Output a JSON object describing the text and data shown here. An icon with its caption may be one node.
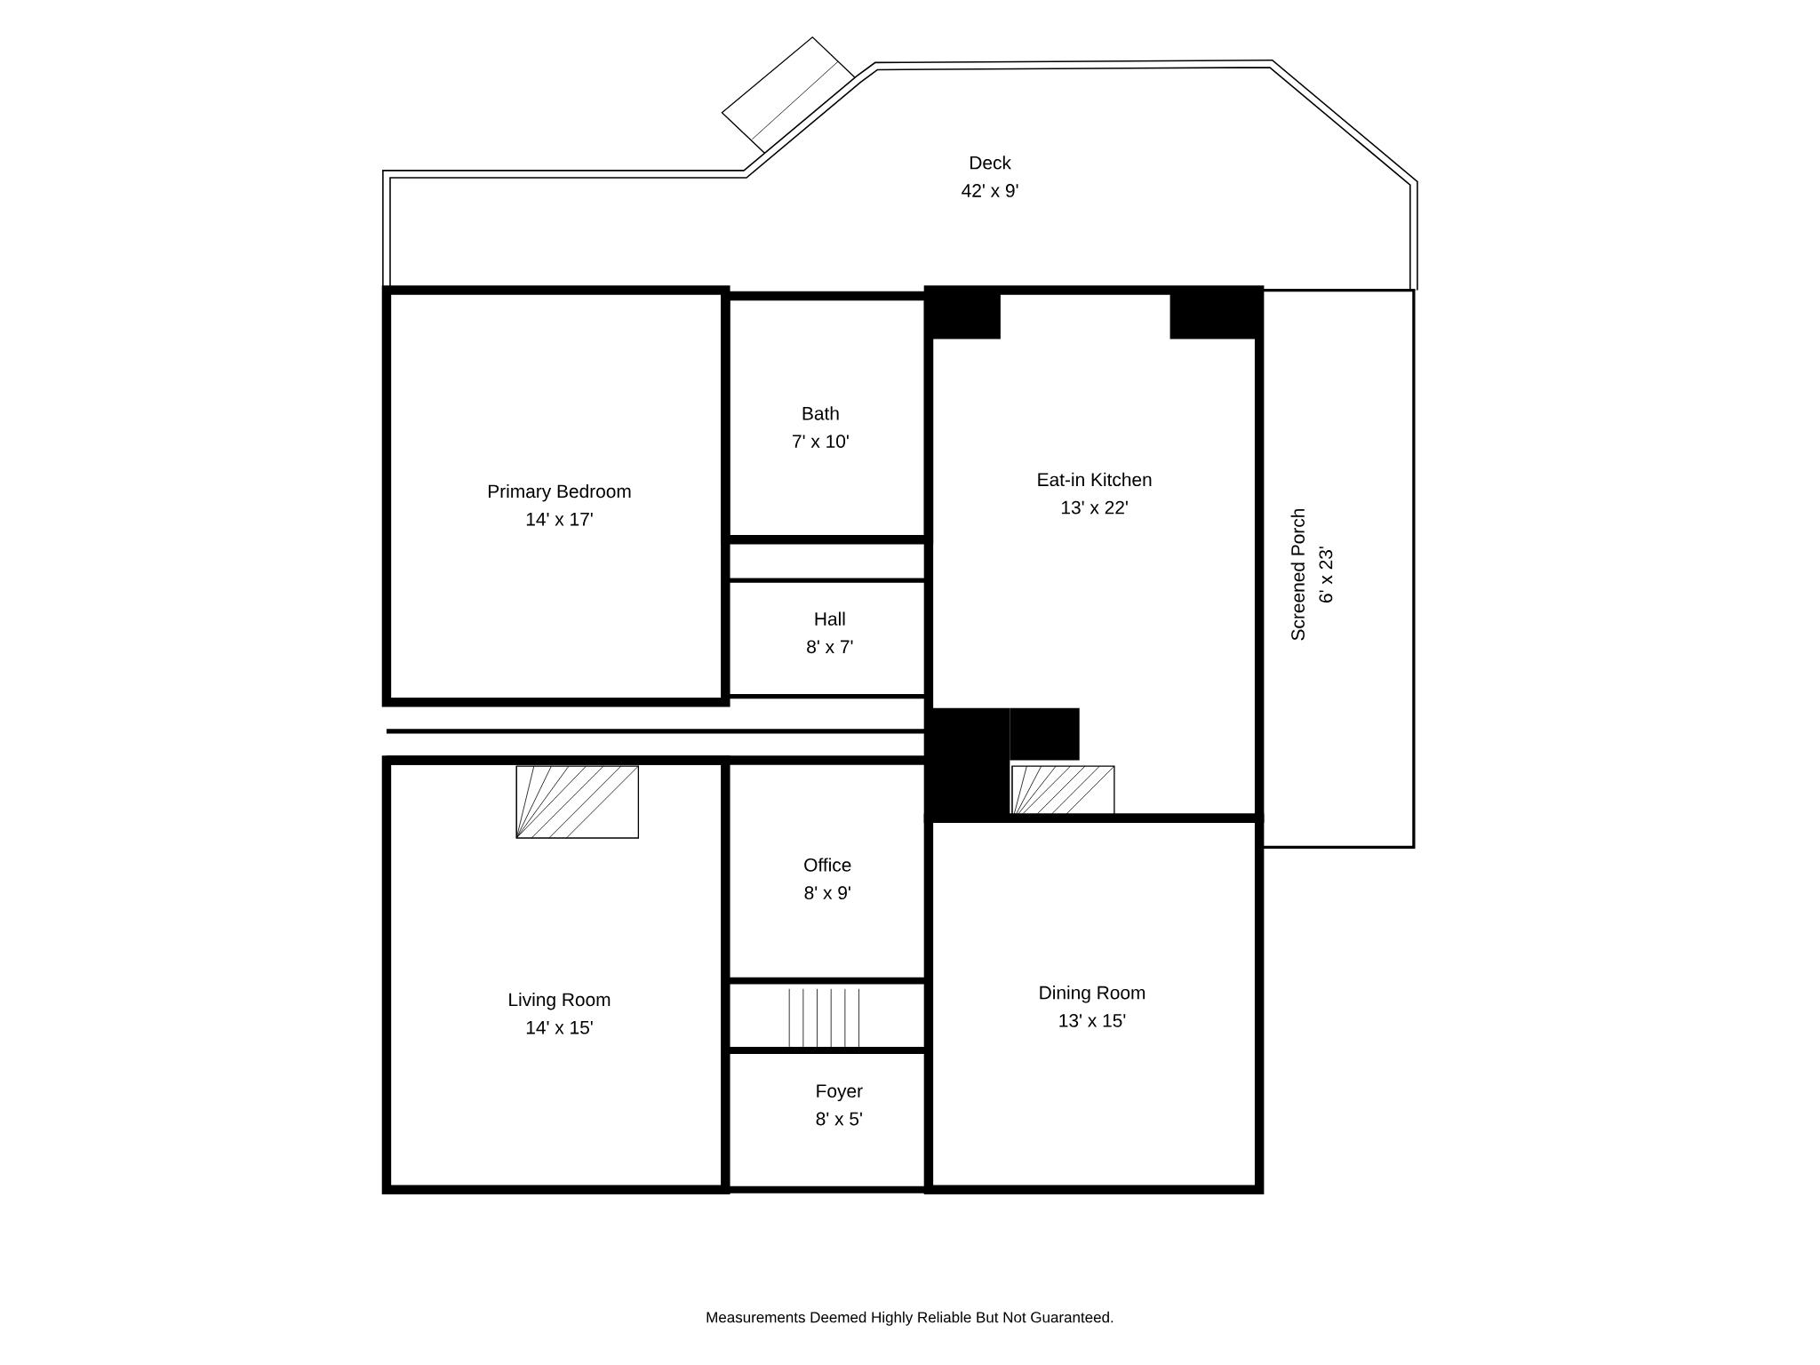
{
  "diagram": {
    "nodes": [
      {
        "text": [
          "Deck",
          "42' x 9'"
        ]
      },
      {
        "text": [
          "Primary Bedroom",
          "14' x 17'"
        ]
      },
      {
        "text": [
          "Bath",
          "7' x 10'"
        ]
      },
      {
        "text": [
          "Eat-in Kitchen",
          "13' x 22'"
        ]
      },
      {
        "text": [
          "Screened Porch",
          "6' x 23'"
        ]
      },
      {
        "text": [
          "Hall",
          "8' x 7'"
        ]
      },
      {
        "text": [
          "Office",
          "8' x 9'"
        ]
      },
      {
        "text": [
          "Living Room",
          "14' x 15'"
        ]
      },
      {
        "text": [
          "Dining Room",
          "13' x 15'"
        ]
      },
      {
        "text": [
          "Foyer",
          "8' x 5'"
        ]
      }
    ],
    "labels": [
      "Measurements Deemed Highly Reliable But Not Guaranteed."
    ]
  }
}
